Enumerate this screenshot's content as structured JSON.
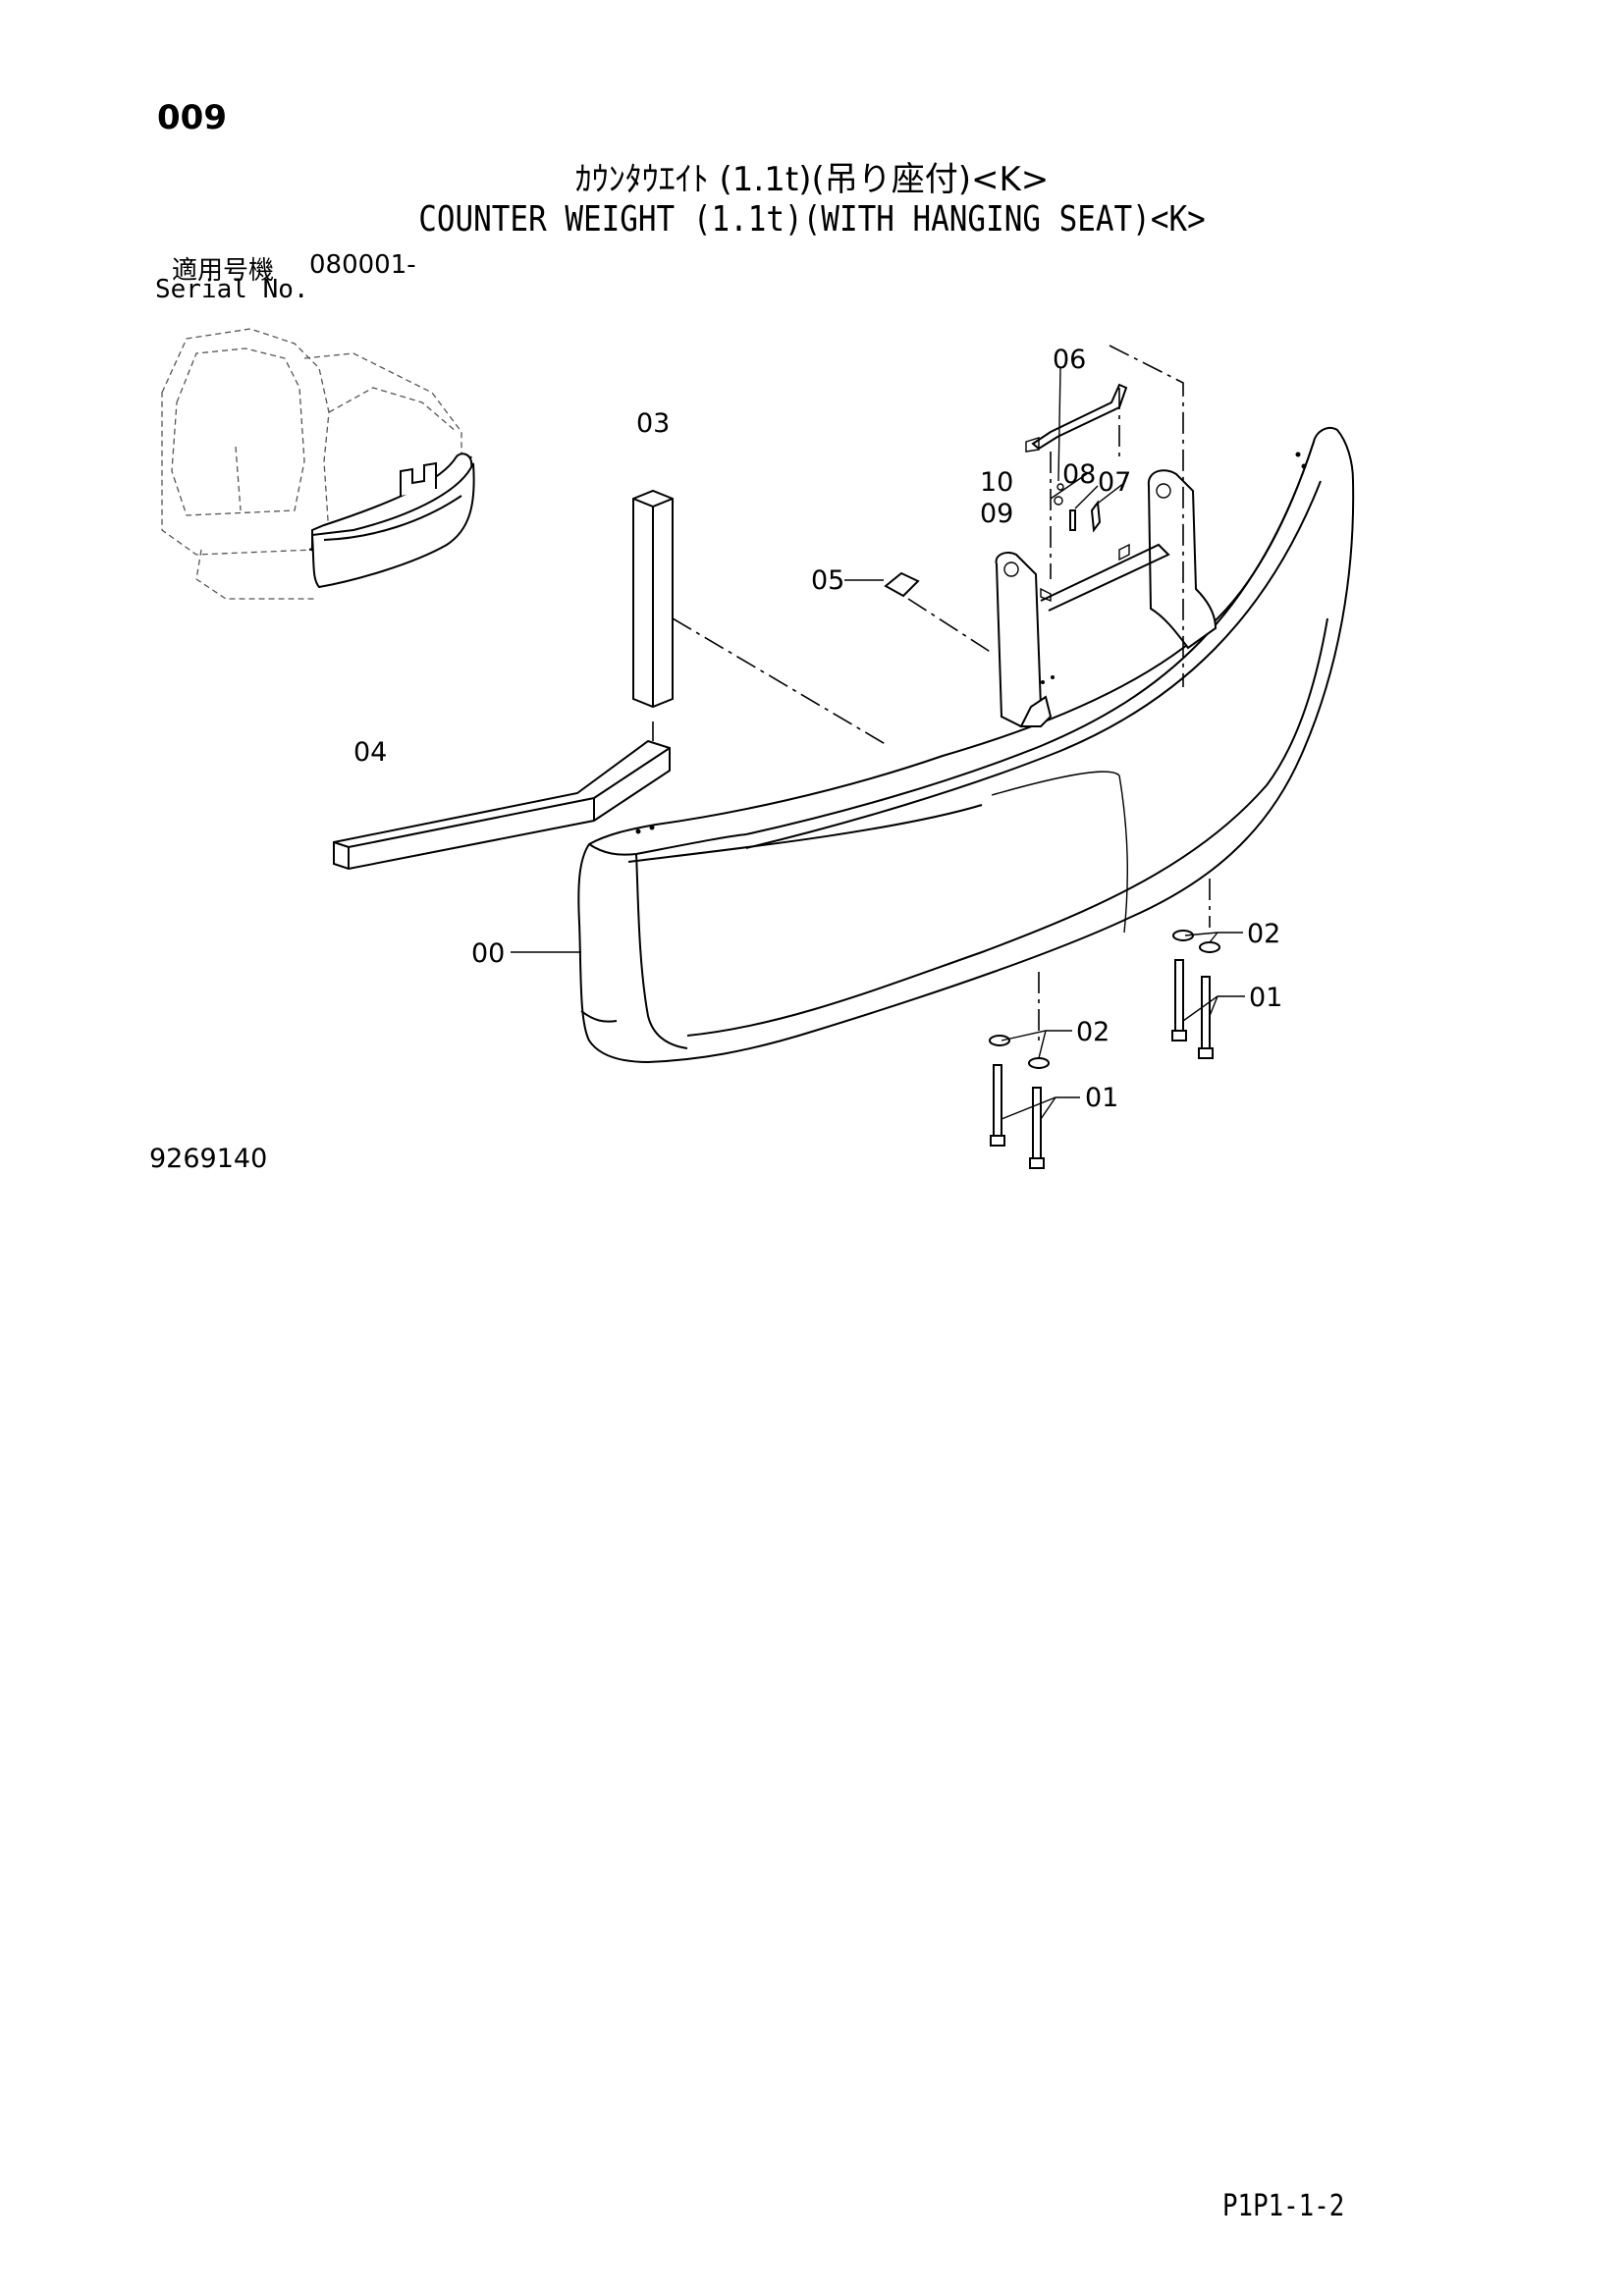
{
  "header": {
    "page_number": "009",
    "title_jp": "ｶｳﾝﾀｳｴｲﾄ (1.1t)(吊り座付)<K>",
    "title_en": "COUNTER WEIGHT (1.1t)(WITH HANGING SEAT)<K>"
  },
  "serial": {
    "label_jp": "適用号機",
    "value": "080001-",
    "label_en": "Serial No."
  },
  "drawing_number": "9269140",
  "sheet_code": "P1P1-1-2",
  "callouts": {
    "c00": "00",
    "c01a": "01",
    "c01b": "01",
    "c02a": "02",
    "c02b": "02",
    "c03": "03",
    "c04": "04",
    "c05": "05",
    "c06": "06",
    "c07": "07",
    "c08": "08",
    "c09": "09",
    "c10": "10"
  },
  "icons": {
    "locator": "excavator-locator-icon"
  }
}
